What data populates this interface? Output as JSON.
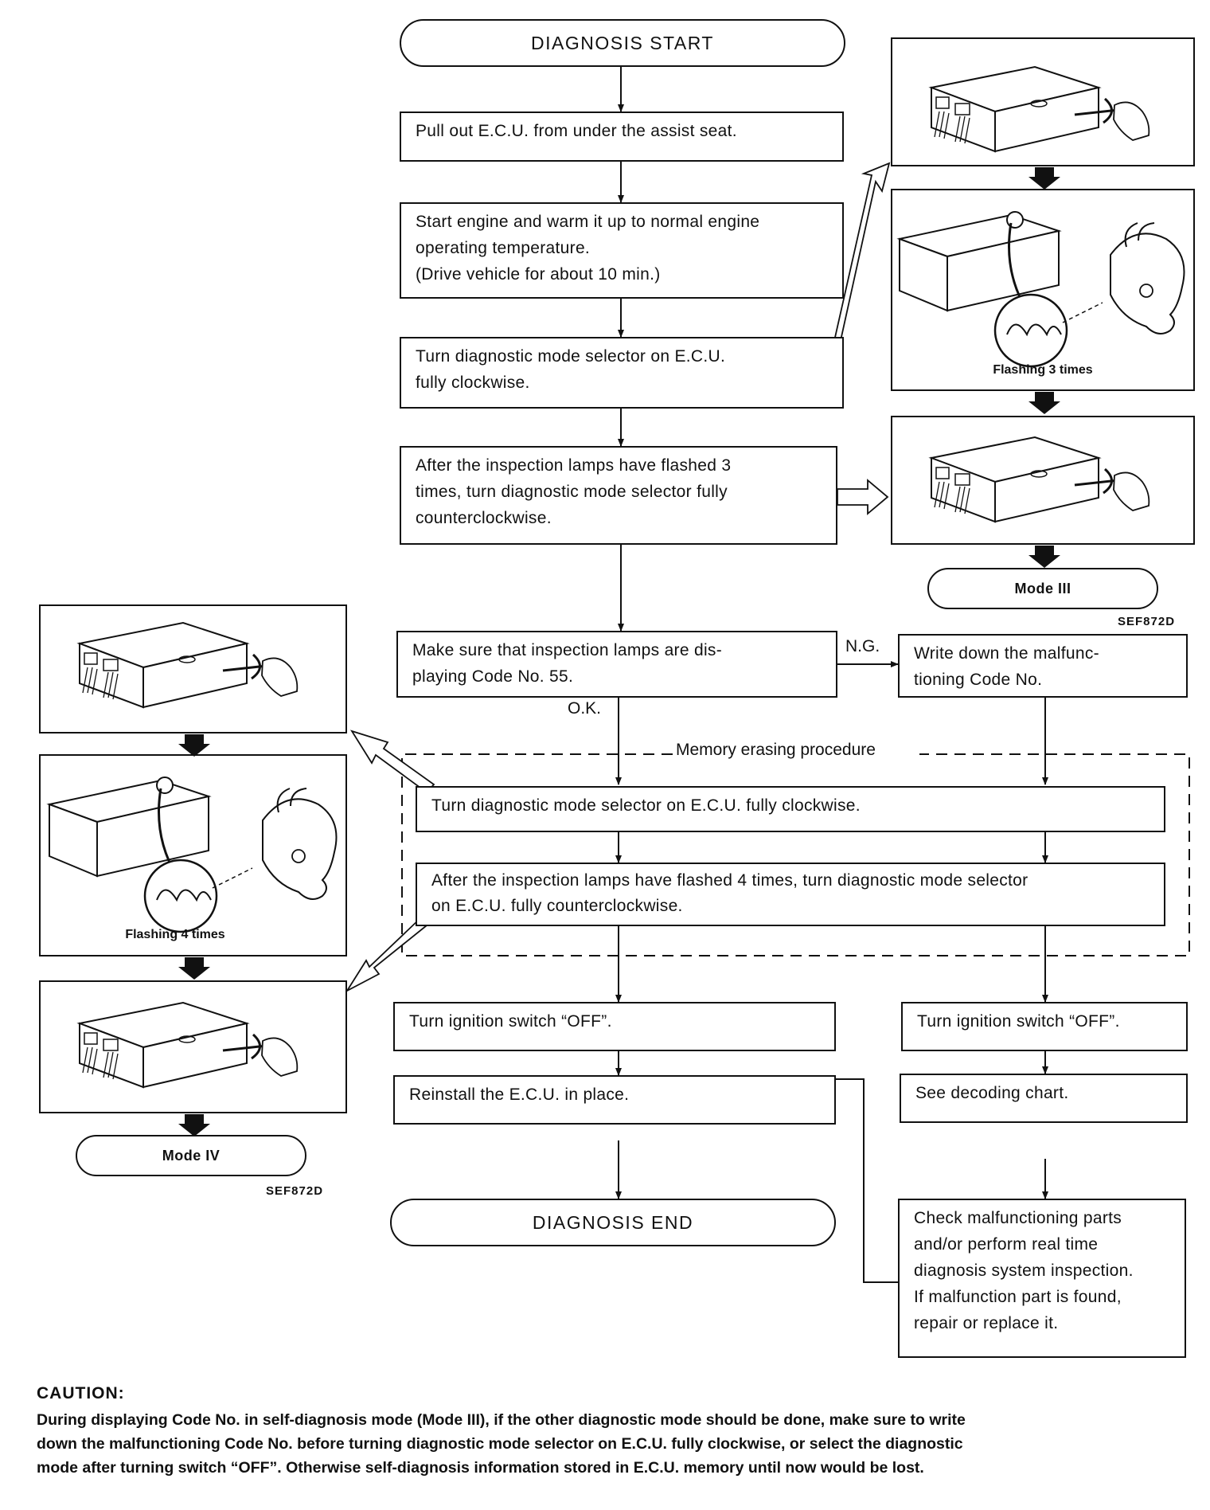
{
  "flow": {
    "start": "DIAGNOSIS START",
    "step_pull_out": "Pull out E.C.U. from under the assist seat.",
    "step_warm_up": [
      "Start engine and warm it up to normal engine",
      "operating temperature.",
      "(Drive vehicle for about 10 min.)"
    ],
    "step_turn_clockwise": [
      "Turn diagnostic mode selector on E.C.U.",
      "fully clockwise."
    ],
    "step_after_3": [
      "After the inspection lamps have flashed 3",
      "times, turn diagnostic mode selector fully",
      "counterclockwise."
    ],
    "step_check_55": [
      "Make sure that inspection lamps are dis-",
      "playing Code No. 55."
    ],
    "label_ng": "N.G.",
    "label_ok": "O.K.",
    "step_write_down": [
      "Write down the malfunc-",
      "tioning Code No."
    ],
    "memory_title": "Memory erasing procedure",
    "memory_step1": "Turn diagnostic mode selector on E.C.U. fully clockwise.",
    "memory_step2": [
      "After the inspection lamps have flashed 4 times, turn diagnostic mode selector",
      "on E.C.U. fully counterclockwise."
    ],
    "step_ign_off_left": "Turn ignition switch “OFF”.",
    "step_ign_off_right": "Turn ignition switch “OFF”.",
    "step_reinstall": "Reinstall the E.C.U. in place.",
    "step_decoding": "See decoding chart.",
    "end": "DIAGNOSIS END",
    "step_check_parts": [
      "Check malfunctioning parts",
      "and/or perform real time",
      "diagnosis system inspection.",
      "If malfunction part is found,",
      "repair or replace it."
    ]
  },
  "illustrations": {
    "right_caption": "Flashing 3 times",
    "right_mode": "Mode III",
    "right_ref": "SEF872D",
    "left_caption": "Flashing 4 times",
    "left_mode": "Mode IV",
    "left_ref": "SEF872D"
  },
  "caution": {
    "title": "CAUTION:",
    "lines": [
      "During displaying Code No. in self-diagnosis mode (Mode III), if the other diagnostic mode should be done, make sure to write",
      "down the malfunctioning Code No. before turning diagnostic mode selector on E.C.U. fully clockwise, or select the diagnostic",
      "mode after turning switch “OFF”. Otherwise self-diagnosis information stored in E.C.U. memory until now would be lost."
    ]
  }
}
